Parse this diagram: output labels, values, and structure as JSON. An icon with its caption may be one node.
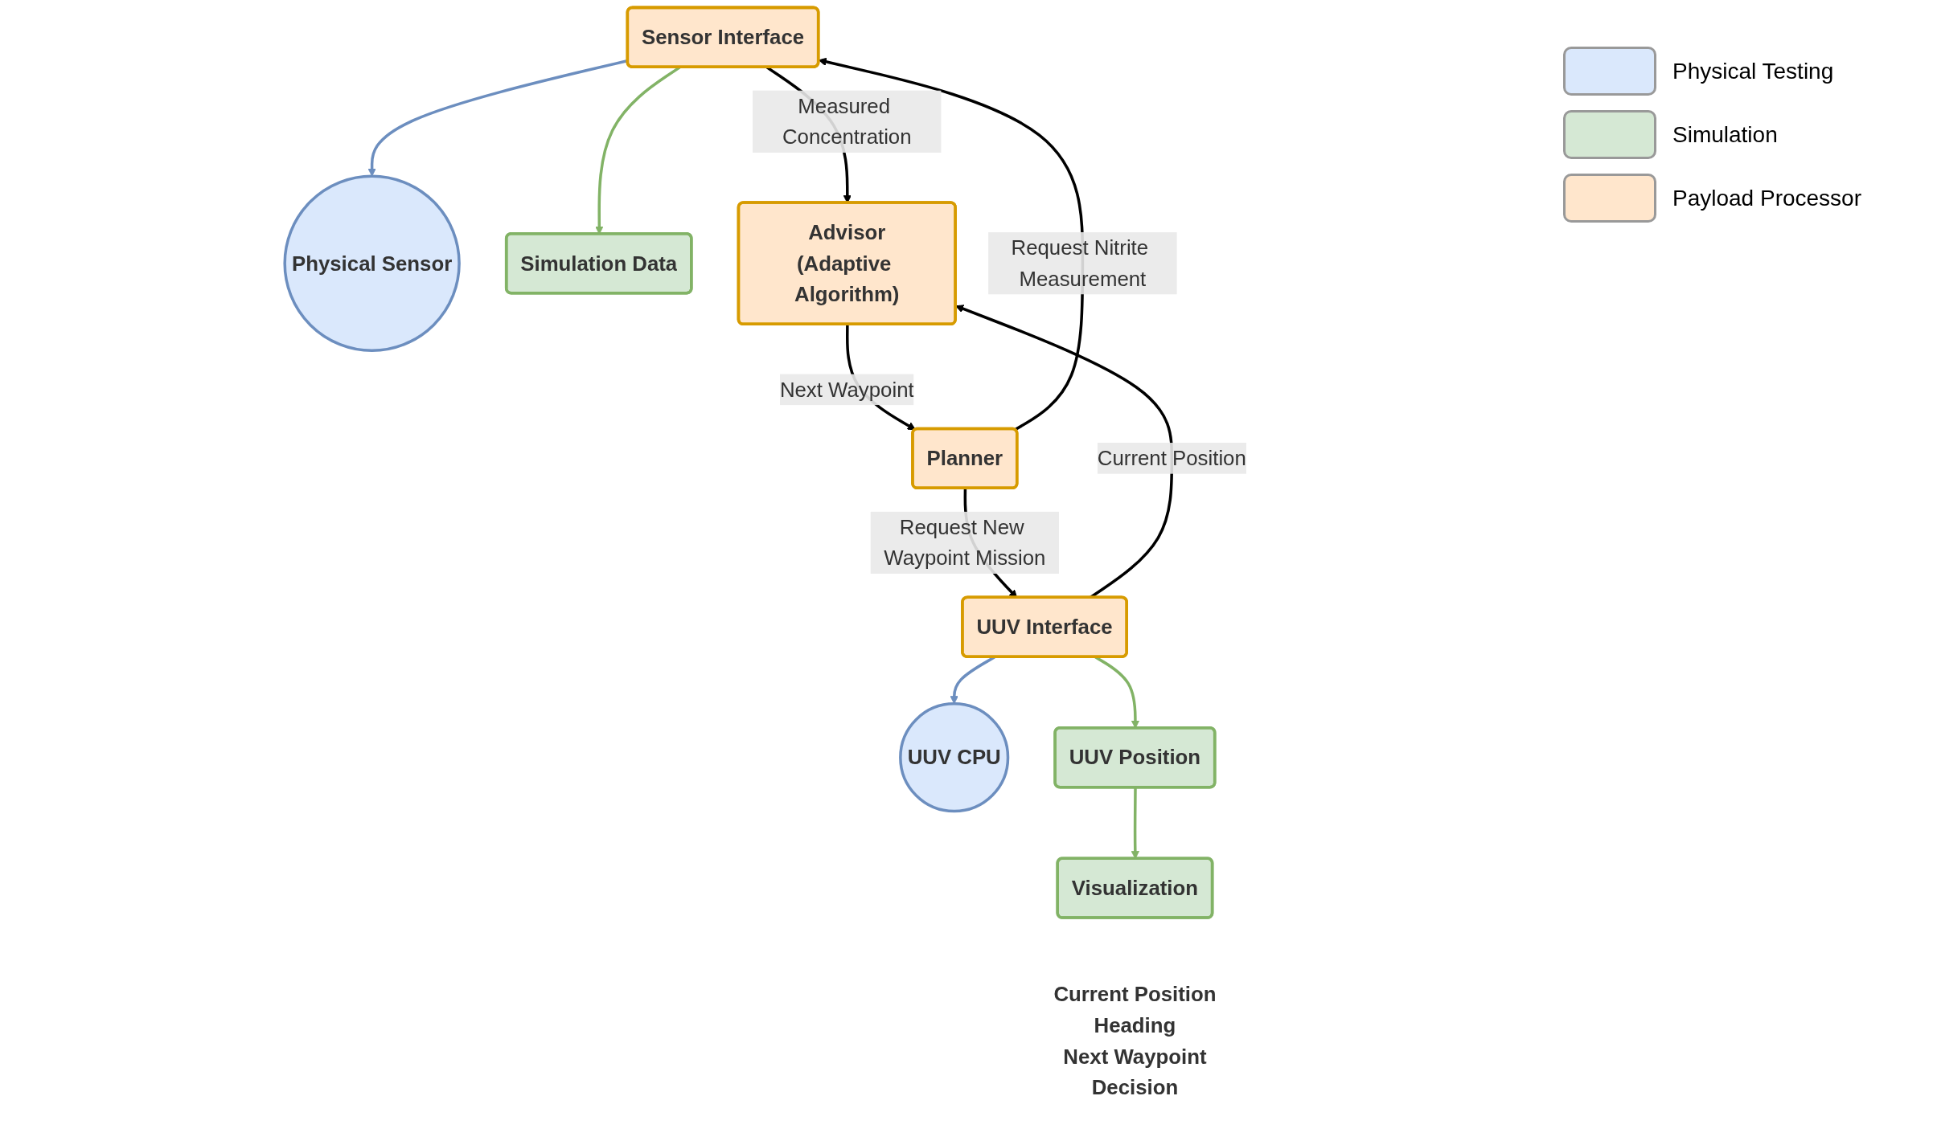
{
  "diagram": {
    "nodes": [
      {
        "text": [
          "Physical Sensor"
        ]
      },
      {
        "text": [
          "Sensor Interface"
        ]
      },
      {
        "text": [
          "Simulation Data"
        ]
      },
      {
        "text": [
          "UUV Interface"
        ]
      },
      {
        "text": [
          "UUV CPU"
        ]
      },
      {
        "text": [
          "Advisor",
          "(Adaptive Algorithm)"
        ]
      },
      {
        "text": [
          "UUV Position"
        ]
      },
      {
        "text": [
          "Visualization"
        ],
        "beside": [
          "Current Position",
          "Heading",
          "Next Waypoint",
          "Decision"
        ]
      },
      {
        "text": [
          "Planner"
        ]
      }
    ],
    "edges": [
      {
        "from": 1,
        "to": 0,
        "arrow": "to",
        "color": "#6c8ebf"
      },
      {
        "from": 1,
        "to": 2,
        "arrow": "to",
        "color": "#82b366"
      },
      {
        "from": 1,
        "to": 5,
        "arrow": "to",
        "label": "Measured Concentration"
      },
      {
        "from": 3,
        "to": 5,
        "arrow": "to",
        "label": "Current Position"
      },
      {
        "from": 3,
        "to": 4,
        "arrow": "to",
        "color": "#6c8ebf"
      },
      {
        "from": 3,
        "to": 6,
        "arrow": "to",
        "color": "#82b366"
      },
      {
        "from": 6,
        "to": 7,
        "arrow": "to",
        "color": "#82b366"
      },
      {
        "from": 5,
        "to": 8,
        "arrow": "to",
        "label": "Next Waypoint"
      },
      {
        "from": 8,
        "to": 1,
        "arrow": "to",
        "label": "Request Nitrite Measurement"
      },
      {
        "from": 8,
        "to": 3,
        "arrow": "to",
        "label": "Request New Waypoint Mission"
      }
    ],
    "legend": [
      {
        "text": "Physical Testing",
        "color": "#dae8fc"
      },
      {
        "text": "Simulation",
        "color": "#d5e8d4"
      },
      {
        "text": "Payload Processor",
        "color": "#ffe6cc"
      }
    ]
  }
}
